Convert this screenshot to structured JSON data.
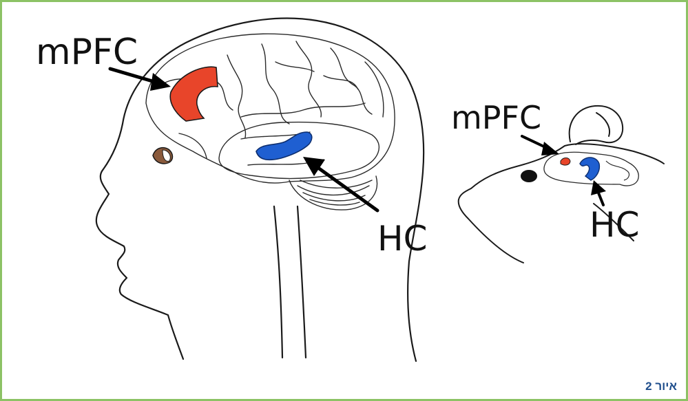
{
  "labels": {
    "human_mpfc": "mPFC",
    "human_hc": "HC",
    "mouse_mpfc": "mPFC",
    "mouse_hc": "HC"
  },
  "caption": "איור 2",
  "colors": {
    "border": "#8cc265",
    "mpfc_region": "#e8452a",
    "hc_region": "#1f5fd1",
    "caption": "#1f4e8c",
    "eye_brown": "#8a5a3c"
  }
}
